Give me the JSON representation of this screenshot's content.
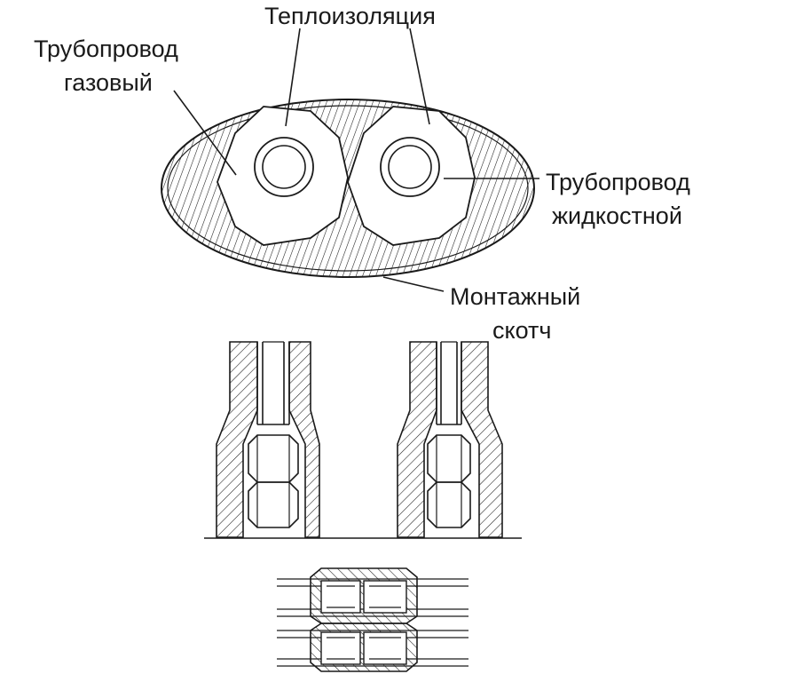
{
  "labels": {
    "gas_pipe_line1": "Трубопровод",
    "gas_pipe_line2": "газовый",
    "insulation": "Теплоизоляция",
    "liquid_pipe_line1": "Трубопровод",
    "liquid_pipe_line2": "жидкостной",
    "tape_line1": "Монтажный",
    "tape_line2": "скотч"
  }
}
